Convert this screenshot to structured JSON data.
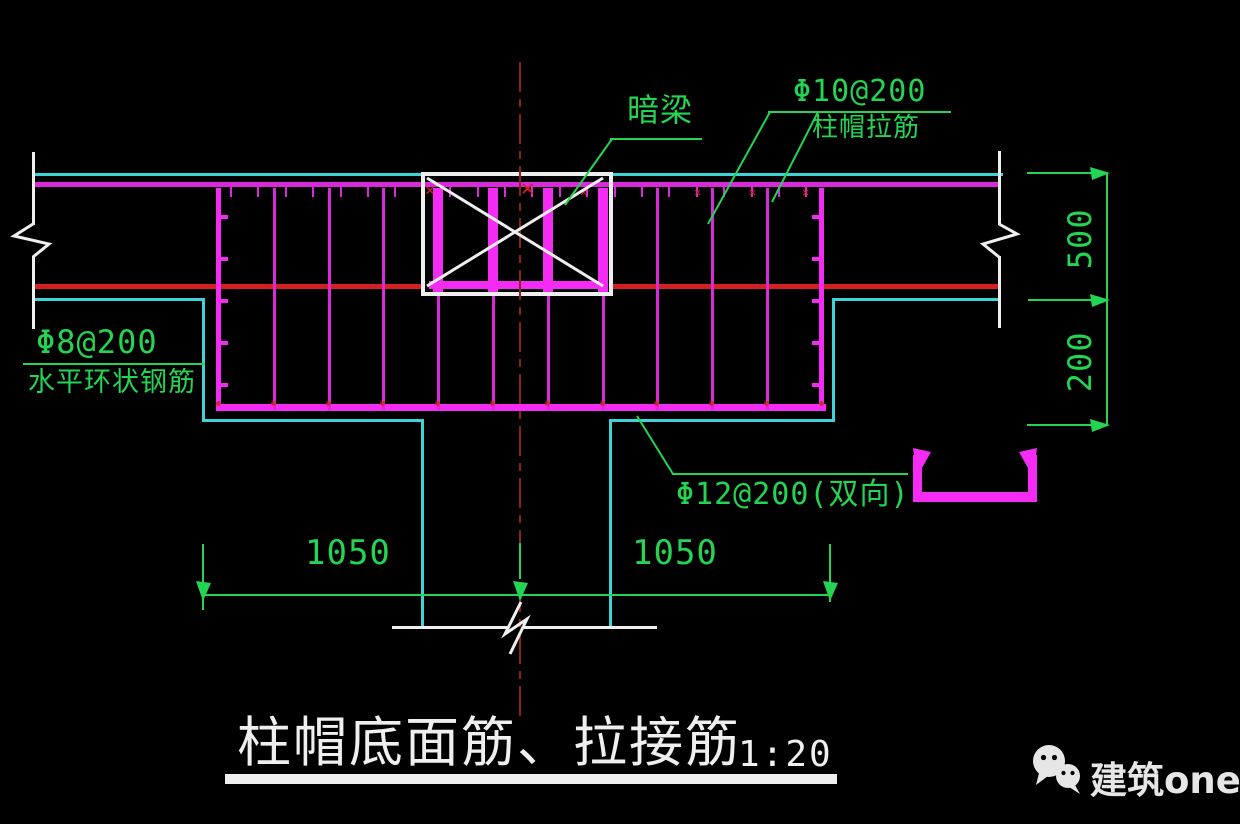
{
  "drawing": {
    "title": "柱帽底面筋、拉接筋",
    "scale_note": "1:20",
    "labels": {
      "hidden_beam": "暗梁",
      "cap_tie_spec": "Φ10@200",
      "cap_tie_name": "柱帽拉筋",
      "ring_bar_spec": "Φ8@200",
      "ring_bar_name": "水平环状钢筋",
      "bottom_bar_spec": "Φ12@200(双向)"
    },
    "dimensions": {
      "slab_depth": "500",
      "cap_depth": "200",
      "left_span": "1050",
      "right_span": "1050"
    }
  },
  "watermark": {
    "brand": "建筑one",
    "icon": "wechat-icon"
  },
  "colors": {
    "green": "#24d453",
    "magenta": "#d92ad9",
    "magenta_bright": "#f32bf3",
    "cyan": "#3ed3d6",
    "red": "#d42020",
    "dark_red": "#8a2020",
    "white": "#efefef",
    "bg": "#000000"
  }
}
